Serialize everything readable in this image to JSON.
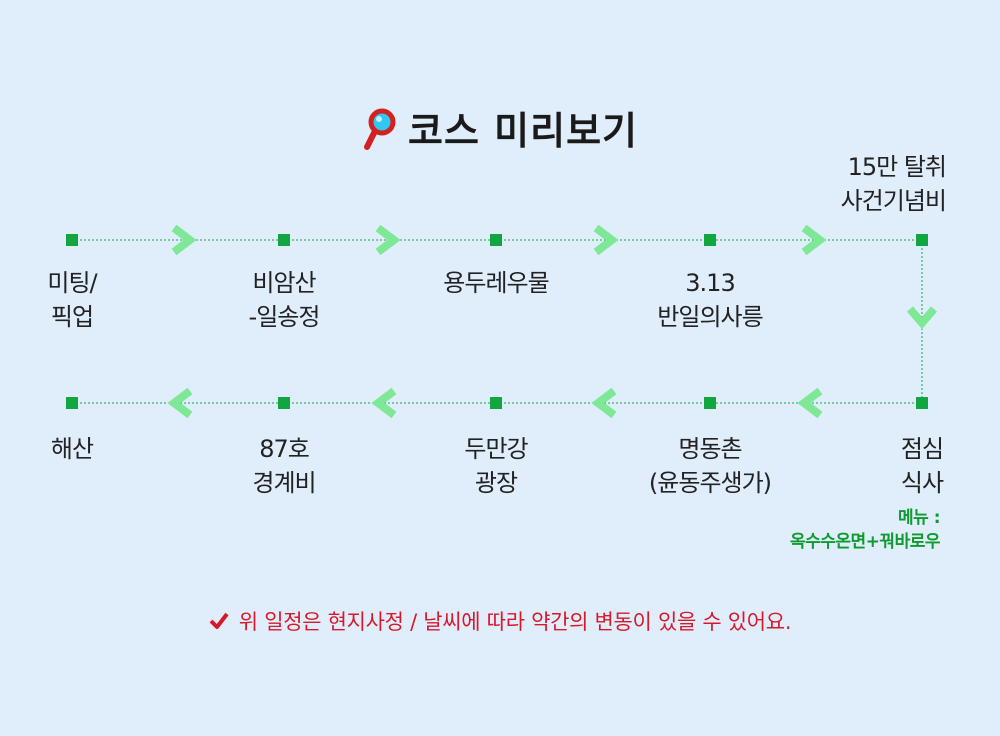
{
  "title": "코스 미리보기",
  "icons": {
    "title_icon": "magnifier-icon",
    "note_icon": "check-icon",
    "arrow_right": "chevron-right-icon",
    "arrow_left": "chevron-left-icon",
    "arrow_down": "chevron-down-icon"
  },
  "colors": {
    "background": "#e0eefc",
    "node": "#11a63f",
    "arrow": "#7ee896",
    "note": "#d8182b",
    "menu": "#0f9a2f"
  },
  "stops": {
    "s1": [
      "미팅/",
      "픽업"
    ],
    "s2": [
      "비암산",
      "-일송정"
    ],
    "s3": [
      "용두레우물"
    ],
    "s4": [
      "3.13",
      "반일의사릉"
    ],
    "s5": [
      "15만 탈취",
      "사건기념비"
    ],
    "s6": [
      "점심",
      "식사"
    ],
    "s7": [
      "명동촌",
      "(윤동주생가)"
    ],
    "s8": [
      "두만강",
      "광장"
    ],
    "s9": [
      "87호",
      "경계비"
    ],
    "s10": [
      "해산"
    ]
  },
  "menu": {
    "label": "메뉴 :",
    "value": "옥수수온면+꿔바로우"
  },
  "note": "위 일정은 현지사정 / 날씨에 따라 약간의 변동이 있을 수 있어요."
}
